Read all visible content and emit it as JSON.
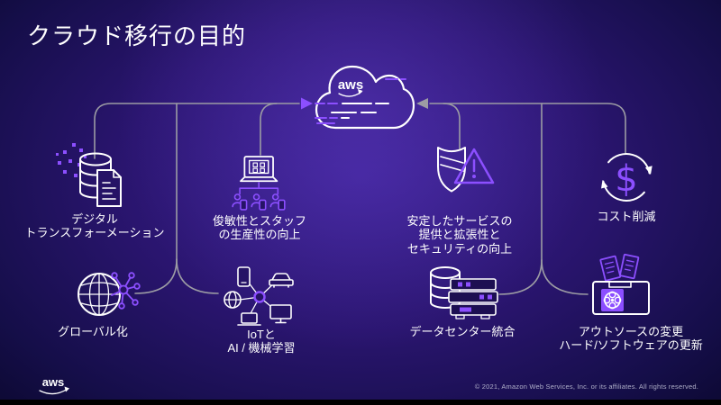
{
  "slide": {
    "title": "クラウド移行の目的",
    "footer_logo": "aws",
    "copyright": "© 2021, Amazon Web Services, Inc. or its affiliates. All rights reserved."
  },
  "cloud": {
    "logo": "aws"
  },
  "items": [
    {
      "name": "digital-transformation",
      "icon": "database-document-icon",
      "lines": [
        "デジタル",
        "トランスフォーメーション"
      ]
    },
    {
      "name": "agility-productivity",
      "icon": "laptop-users-icon",
      "lines": [
        "俊敏性とスタッフ",
        "の生産性の向上"
      ]
    },
    {
      "name": "stable-service-security",
      "icon": "shield-alert-icon",
      "lines": [
        "安定したサービスの",
        "提供と拡張性と",
        "セキュリティの向上"
      ]
    },
    {
      "name": "cost-reduction",
      "icon": "dollar-cycle-icon",
      "lines": [
        "コスト削減"
      ]
    },
    {
      "name": "globalization",
      "icon": "globe-network-icon",
      "lines": [
        "グローバル化"
      ]
    },
    {
      "name": "iot-ai-ml",
      "icon": "iot-devices-icon",
      "lines": [
        "IoTと",
        "AI / 機械学習"
      ]
    },
    {
      "name": "datacenter-consolidation",
      "icon": "server-rack-icon",
      "lines": [
        "データセンター統合"
      ]
    },
    {
      "name": "outsourcing-hw-sw-update",
      "icon": "toolbox-documents-icon",
      "lines": [
        "アウトソースの変更",
        "ハード/ソフトウェアの更新"
      ]
    }
  ],
  "colors": {
    "accent": "#8C4FFF",
    "connector": "#9c9ca4",
    "icon_stroke": "#ffffff",
    "text": "#ffffff",
    "background_center": "#3b2191",
    "background_edge": "#0b082f"
  }
}
